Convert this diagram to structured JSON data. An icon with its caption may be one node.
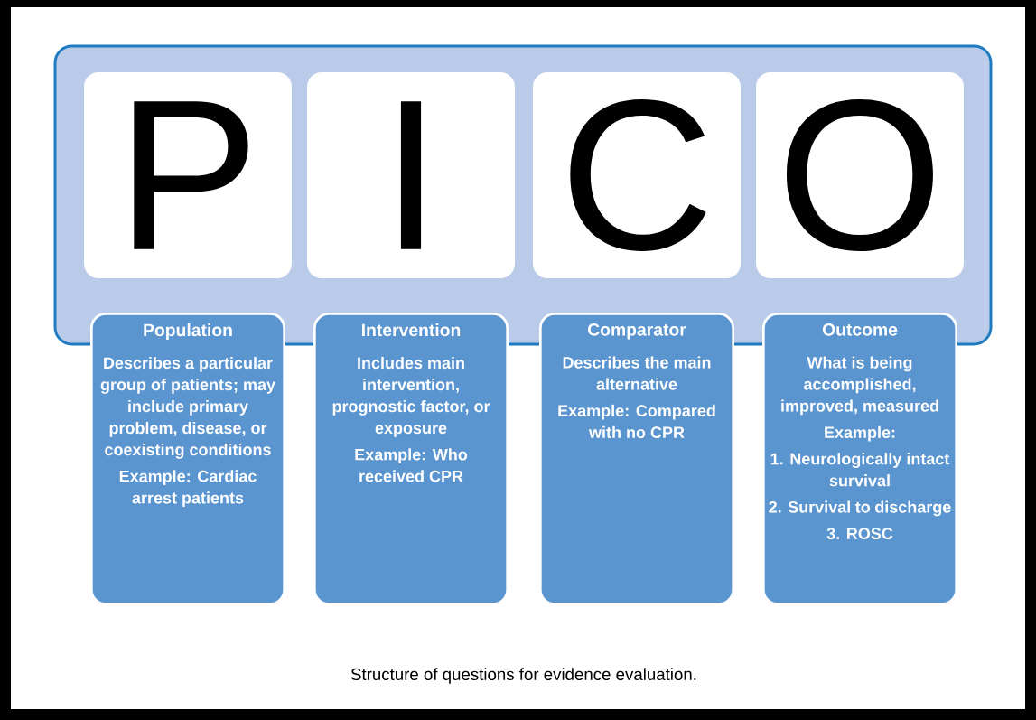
{
  "diagram": {
    "caption": "Structure of questions for evidence evaluation.",
    "nodes": [
      {
        "text": [],
        "shape": "box"
      },
      {
        "text": [
          "P"
        ],
        "in": 0
      },
      {
        "text": [
          "I"
        ],
        "in": 0
      },
      {
        "text": [
          "C"
        ],
        "in": 0
      },
      {
        "text": [
          "O"
        ],
        "in": 0
      },
      {
        "text": [
          "Population",
          "Describes a particular group of patients; may include primary problem, disease, or coexisting conditions",
          "Example: Cardiac arrest patients"
        ]
      },
      {
        "text": [
          "Intervention",
          "Includes main intervention, prognostic factor, or exposure",
          "Example: Who received CPR"
        ]
      },
      {
        "text": [
          "Comparator",
          "Describes the main alternative",
          "Example: Compared with no CPR"
        ]
      },
      {
        "text": [
          "Outcome",
          "What is being accomplished, improved, measured",
          "Example:",
          "1. Neurologically intact survival",
          "2. Survival to discharge",
          "3. ROSC"
        ]
      }
    ]
  }
}
